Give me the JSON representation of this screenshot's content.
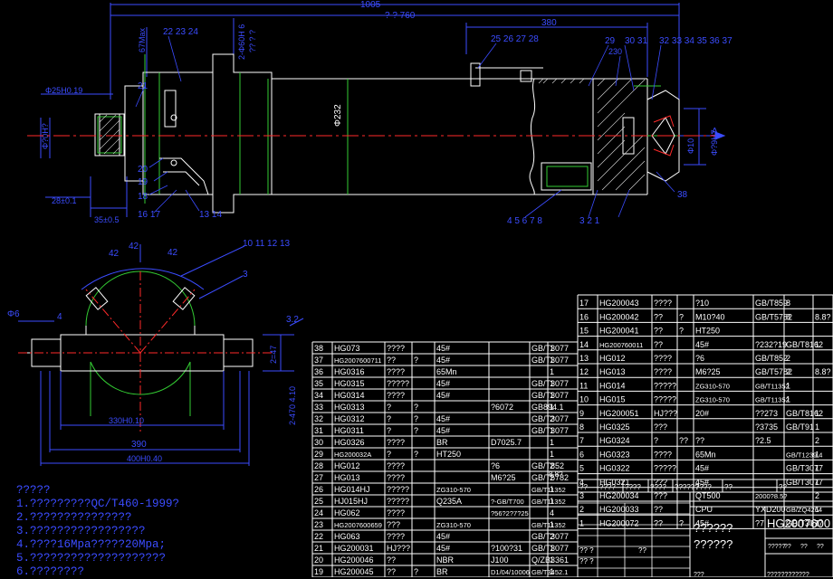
{
  "colors": {
    "background": "#000000",
    "dimension": "#3b4cff",
    "outline": "#ffffff",
    "centerline": "#ff2a2a",
    "hatch": "#d8d8d8",
    "accent_green": "#33cc33",
    "table_text": "#ffffff"
  },
  "dims": {
    "overall_top": "1005",
    "overall_sub": "? ? 760",
    "d380": "380",
    "d67max": "67Max",
    "hole_label": "2-Φ60H 6",
    "hole_sub": "?? ? ?",
    "d25": "Φ25H0.19",
    "d232": "Φ232",
    "d2": "Φ?0H?",
    "d28": "28±0.1",
    "d35": "35±0.5",
    "phi_small": "Φ5",
    "d10d": "Φ10",
    "phi87": "Φ?9H7",
    "arrow_a": "A",
    "d42a": "42",
    "d42b": "42",
    "d42c": "42",
    "phi6": "Φ6",
    "d4": "4",
    "d32": "3.2",
    "d2_47": "2=47",
    "d2_470": "2-470 4.10",
    "d330": "330H0.10",
    "d390": "390",
    "d400": "400H0.40"
  },
  "balloons_top": {
    "b22_24": "22 23 24",
    "b25_28": "25 26 27 28",
    "b29": "29",
    "b30_31": "30 31",
    "b32_37": "32 33 34 35 36 37",
    "b21": "21",
    "b20": "20",
    "b19": "19",
    "b18": "18",
    "b16_17": "16 17",
    "b13_14": "13 14",
    "b4_8": "4 5 6 7 8",
    "b3_1": "3 2 1",
    "b38": "38",
    "b230": "230"
  },
  "balloons_side": {
    "b10_13": "10 11 12 13",
    "b3": "3"
  },
  "notes": {
    "title": "?????",
    "lines": [
      "1.?????????QC/T460-1999?",
      "2.???????????????",
      "3.?????????????????",
      "4.????16Mpa?????20Mpa;",
      "5.????????????????????",
      "6.????????"
    ]
  },
  "bom_right": [
    [
      "17",
      "HG200043",
      "????",
      "",
      "?10",
      "GB/T859",
      "8",
      ""
    ],
    [
      "16",
      "HG200042",
      "??",
      "?",
      "M10?40",
      "GB/T5782",
      "8",
      "8.8?"
    ],
    [
      "15",
      "HG200041",
      "??",
      "?",
      "HT250",
      "",
      "",
      ""
    ],
    [
      "14",
      "HG200760011",
      "??",
      "",
      "45#",
      "?232?19",
      "GB/T8162",
      "1"
    ],
    [
      "13",
      "HG012",
      "????",
      "",
      "?6",
      "GB/T852",
      "2",
      ""
    ],
    [
      "12",
      "HG013",
      "????",
      "",
      "M6?25",
      "GB/T5782",
      "2",
      "8.8?"
    ],
    [
      "11",
      "HG014",
      "?????",
      "",
      "ZG310-570",
      "GB/T11352",
      "1",
      ""
    ],
    [
      "10",
      "HG015",
      "?????",
      "",
      "ZG310-570",
      "GB/T11352",
      "1",
      ""
    ],
    [
      "9",
      "HG200051",
      "HJ???",
      "",
      "20#",
      "??273",
      "GB/T8162",
      "1"
    ],
    [
      "8",
      "HG0325",
      "???",
      "",
      "",
      "?3735",
      "GB/T91",
      "1"
    ],
    [
      "7",
      "HG0324",
      "?",
      "??",
      "??",
      "?2.5",
      "",
      "2"
    ],
    [
      "6",
      "HG0323",
      "????",
      "",
      "65Mn",
      "",
      "GB/T1239.4",
      "1"
    ],
    [
      "5",
      "HG0322",
      "?????",
      "",
      "45#",
      "",
      "GB/T3077",
      "1"
    ],
    [
      "4",
      "HG0321",
      "???",
      "",
      "45#",
      "",
      "GB/T3077",
      "1"
    ],
    [
      "3",
      "HG200034",
      "???",
      "",
      "QT500",
      "2000?8.5?",
      "",
      "2"
    ],
    [
      "2",
      "HG200033",
      "??",
      "",
      "CPU",
      "YXD200",
      "GB/ZQ4264",
      "1"
    ],
    [
      "1",
      "HG200072",
      "??",
      "?",
      "45#",
      "?7",
      "GB/T3077",
      "1"
    ]
  ],
  "bom_left": [
    [
      "38",
      "HG073",
      "????",
      "",
      "45#",
      "",
      "GB/T3077",
      "1"
    ],
    [
      "37",
      "HG2007600711",
      "??",
      "?",
      "45#",
      "",
      "GB/T3077",
      "1"
    ],
    [
      "36",
      "HG0316",
      "????",
      "",
      "65Mn",
      "",
      "",
      "1"
    ],
    [
      "35",
      "HG0315",
      "?????",
      "",
      "45#",
      "",
      "GB/T3077",
      "1"
    ],
    [
      "34",
      "HG0314",
      "????",
      "",
      "45#",
      "",
      "GB/T3077",
      "1"
    ],
    [
      "33",
      "HG0313",
      "?",
      "?",
      "",
      "?6072",
      "GB894.1",
      "1"
    ],
    [
      "32",
      "HG0312",
      "?",
      "?",
      "45#",
      "",
      "GB/T3077",
      "2"
    ],
    [
      "31",
      "HG0311",
      "?",
      "?",
      "45#",
      "",
      "GB/T3077",
      "1"
    ],
    [
      "30",
      "HG0326",
      "????",
      "",
      "BR",
      "D7025.7",
      "",
      "1"
    ],
    [
      "29",
      "HG200032A",
      "?",
      "?",
      "HT250",
      "",
      "",
      "1"
    ],
    [
      "28",
      "HG012",
      "????",
      "",
      "",
      "?6",
      "GB/T852",
      "2"
    ],
    [
      "27",
      "HG013",
      "????",
      "",
      "",
      "M6?25",
      "GB/T5782",
      "2"
    ],
    [
      "26",
      "HG014HJ",
      "?????",
      "",
      "ZG310-570",
      "",
      "GB/T11352",
      "1"
    ],
    [
      "25",
      "HJ015HJ",
      "?????",
      "",
      "Q235A",
      "?-GB/T700",
      "GB/T11352",
      "1"
    ],
    [
      "24",
      "HG062",
      "????",
      "",
      "",
      "?56?2?7?25",
      "",
      "4"
    ],
    [
      "23",
      "HG2007600659",
      "???",
      "",
      "ZG310-570",
      "",
      "GB/T11352",
      "1"
    ],
    [
      "22",
      "HG063",
      "????",
      "",
      "45#",
      "",
      "GB/T3077",
      "2"
    ],
    [
      "21",
      "HG200031",
      "HJ???",
      "",
      "45#",
      "?100?31",
      "GB/T3077",
      "1"
    ],
    [
      "20",
      "HG200046",
      "??",
      "",
      "NBR",
      "J100",
      "Q/ZB3361",
      "1"
    ],
    [
      "19",
      "HG200045",
      "??",
      "?",
      "BR",
      "D1/04/10006",
      "GB/T3452.1",
      "1"
    ]
  ],
  "bom_left_extra": "8.8?",
  "header_row": [
    "??",
    "????",
    "????",
    "????",
    "??????",
    "????",
    "??",
    "??"
  ],
  "title_block": {
    "name1": "??????",
    "name2": "??????",
    "drawing_no": "HG2007600",
    "marks": [
      "?? ?",
      "?? ?",
      "??"
    ],
    "scale_row": [
      "?????",
      "??",
      "??",
      "??"
    ],
    "footer1": "???",
    "footer2": "????????????"
  }
}
